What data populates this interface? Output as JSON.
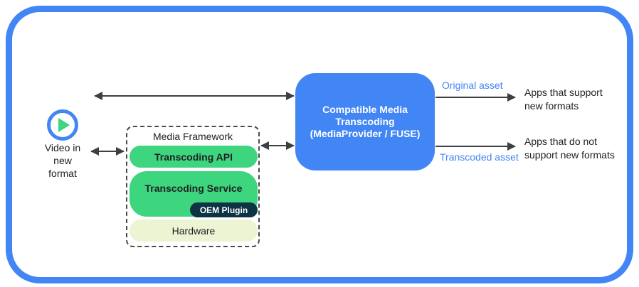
{
  "colors": {
    "blue": "#4285f4",
    "green": "#3dd57e",
    "navy": "#0d3445",
    "pale": "#ecf4d4",
    "arrow": "#3c4043",
    "text": "#202124"
  },
  "source": {
    "icon": "play-icon",
    "label_lines": [
      "Video in",
      "new",
      "format"
    ]
  },
  "media_framework": {
    "title": "Media Framework",
    "layers": {
      "api": "Transcoding API",
      "service": "Transcoding Service",
      "oem_plugin": "OEM Plugin",
      "hardware": "Hardware"
    }
  },
  "transcoding_box": {
    "lines": [
      "Compatible Media",
      "Transcoding",
      "(MediaProvider / FUSE)"
    ]
  },
  "outputs": {
    "original": {
      "asset_label": "Original asset",
      "target_lines": [
        "Apps that support",
        "new formats"
      ]
    },
    "transcoded": {
      "asset_label": "Transcoded asset",
      "target_lines": [
        "Apps that do not",
        "support new formats"
      ]
    }
  }
}
